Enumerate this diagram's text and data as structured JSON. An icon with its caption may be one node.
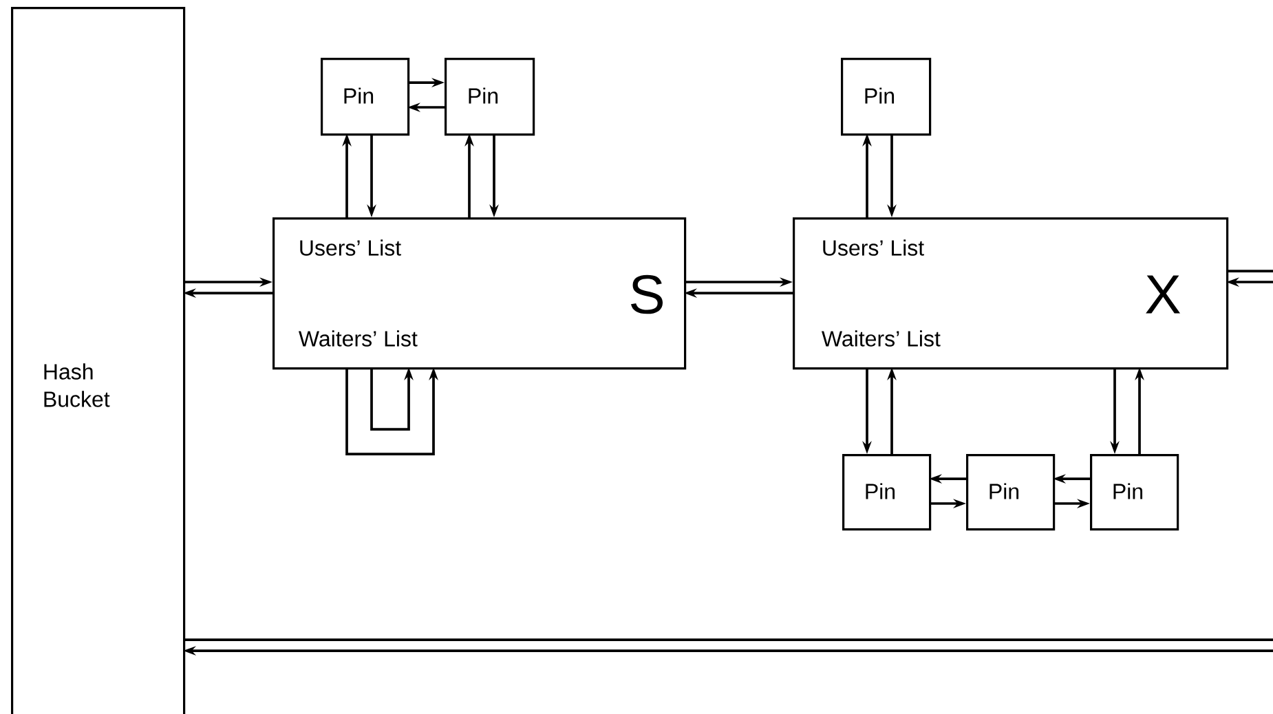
{
  "diagram": {
    "nodes": [
      {
        "text": [
          "Hash Bucket"
        ]
      },
      {
        "text": [
          "Users’ List",
          "Waiters’ List",
          "S"
        ]
      },
      {
        "text": [
          "Users’ List",
          "Waiters’ List",
          "X"
        ]
      },
      {
        "text": [
          "Pin"
        ]
      },
      {
        "text": [
          "Pin"
        ]
      },
      {
        "text": [
          "Pin"
        ]
      },
      {
        "text": [
          "Pin"
        ]
      },
      {
        "text": [
          "Pin"
        ]
      },
      {
        "text": [
          "Pin"
        ]
      }
    ],
    "edges": [
      {
        "from": 0,
        "to": 1,
        "arrow": "to"
      },
      {
        "from": 1,
        "to": 0,
        "arrow": "to"
      },
      {
        "from": 1,
        "to": 2,
        "arrow": "to"
      },
      {
        "from": 2,
        "to": 1,
        "arrow": "to"
      },
      {
        "from": 2,
        "to": null,
        "arrow": "none"
      },
      {
        "from": null,
        "to": 2,
        "arrow": "to"
      },
      {
        "from": 0,
        "to": null,
        "arrow": "none"
      },
      {
        "from": null,
        "to": 0,
        "arrow": "to"
      },
      {
        "from": 1,
        "to": 3,
        "arrow": "to"
      },
      {
        "from": 3,
        "to": 1,
        "arrow": "to"
      },
      {
        "from": 3,
        "to": 4,
        "arrow": "to"
      },
      {
        "from": 4,
        "to": 3,
        "arrow": "to"
      },
      {
        "from": 1,
        "to": 4,
        "arrow": "to"
      },
      {
        "from": 4,
        "to": 1,
        "arrow": "to"
      },
      {
        "from": 2,
        "to": 5,
        "arrow": "to"
      },
      {
        "from": 5,
        "to": 2,
        "arrow": "to"
      },
      {
        "from": 1,
        "to": 1,
        "arrow": "to"
      },
      {
        "from": 1,
        "to": 1,
        "arrow": "to"
      },
      {
        "from": 2,
        "to": 6,
        "arrow": "to"
      },
      {
        "from": 6,
        "to": 2,
        "arrow": "to"
      },
      {
        "from": 2,
        "to": 8,
        "arrow": "to"
      },
      {
        "from": 8,
        "to": 2,
        "arrow": "to"
      },
      {
        "from": 7,
        "to": 6,
        "arrow": "to"
      },
      {
        "from": 6,
        "to": 7,
        "arrow": "to"
      },
      {
        "from": 8,
        "to": 7,
        "arrow": "to"
      },
      {
        "from": 7,
        "to": 8,
        "arrow": "to"
      }
    ]
  }
}
